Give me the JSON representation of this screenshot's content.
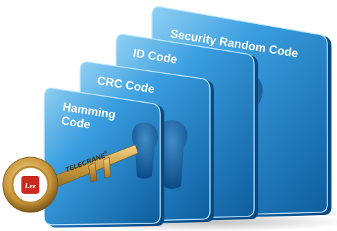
{
  "panels": [
    {
      "label": "Security Random Code"
    },
    {
      "label": "ID Code"
    },
    {
      "label": "CRC Code"
    },
    {
      "label": "Hamming Code"
    }
  ],
  "key": {
    "brand": "TELECRANE",
    "registered": "®",
    "logo_text": "Lee"
  },
  "colors": {
    "panel_light": "#7fc3ea",
    "panel_mid": "#2e8fd0",
    "panel_dark": "#0c5e9e",
    "key_gold": "#d6a94f",
    "logo_red": "#cc2a1f"
  }
}
